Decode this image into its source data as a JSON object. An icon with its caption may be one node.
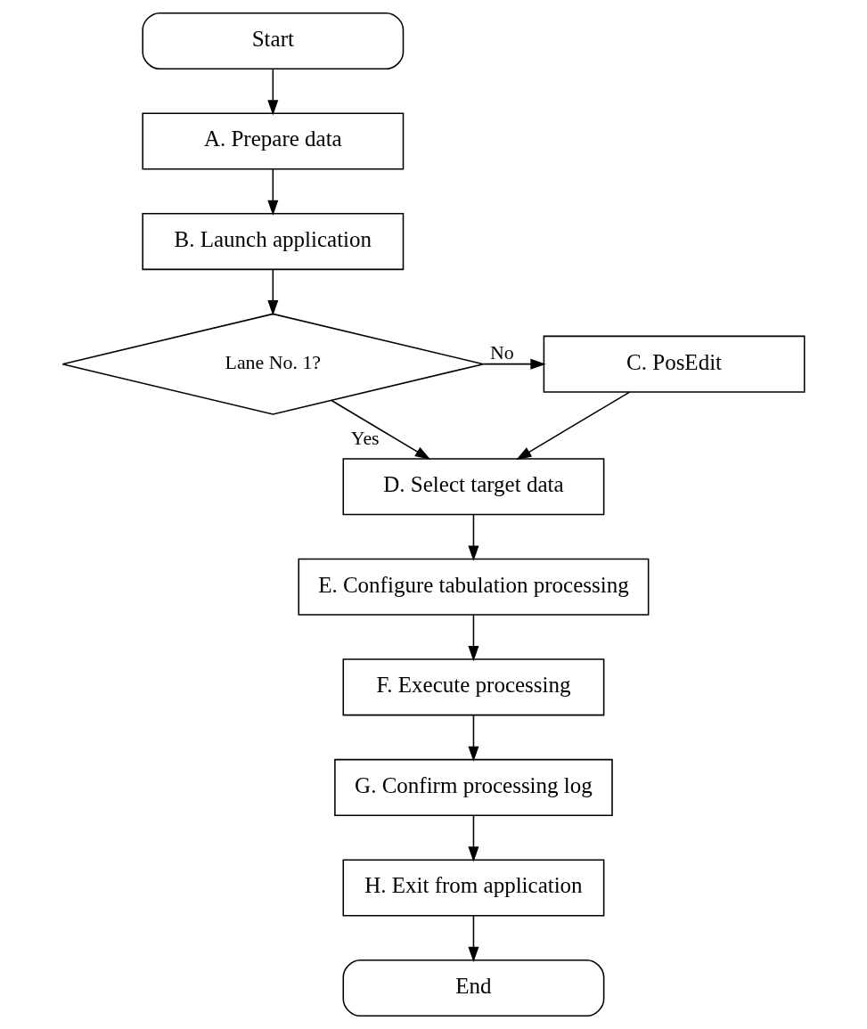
{
  "diagram": {
    "nodes": [
      {
        "text": [
          "Start"
        ]
      },
      {
        "text": [
          "A. Prepare data"
        ]
      },
      {
        "text": [
          "B. Launch application"
        ]
      },
      {
        "text": [
          "Lane No. 1?"
        ]
      },
      {
        "text": [
          "C. PosEdit"
        ]
      },
      {
        "text": [
          "D. Select target data"
        ]
      },
      {
        "text": [
          "E. Configure tabulation processing"
        ]
      },
      {
        "text": [
          "F. Execute processing"
        ]
      },
      {
        "text": [
          "G. Confirm processing log"
        ]
      },
      {
        "text": [
          "H. Exit from application"
        ]
      },
      {
        "text": [
          "End"
        ]
      }
    ],
    "edges": [
      {
        "from": 0,
        "to": 1,
        "arrow": "to"
      },
      {
        "from": 1,
        "to": 2,
        "arrow": "to"
      },
      {
        "from": 2,
        "to": 3,
        "arrow": "to"
      },
      {
        "from": 3,
        "to": 4,
        "arrow": "to",
        "label": "No"
      },
      {
        "from": 3,
        "to": 5,
        "arrow": "to",
        "label": "Yes"
      },
      {
        "from": 4,
        "to": 5,
        "arrow": "to"
      },
      {
        "from": 5,
        "to": 6,
        "arrow": "to"
      },
      {
        "from": 6,
        "to": 7,
        "arrow": "to"
      },
      {
        "from": 7,
        "to": 8,
        "arrow": "to"
      },
      {
        "from": 8,
        "to": 9,
        "arrow": "to"
      },
      {
        "from": 9,
        "to": 10,
        "arrow": "to"
      }
    ]
  }
}
